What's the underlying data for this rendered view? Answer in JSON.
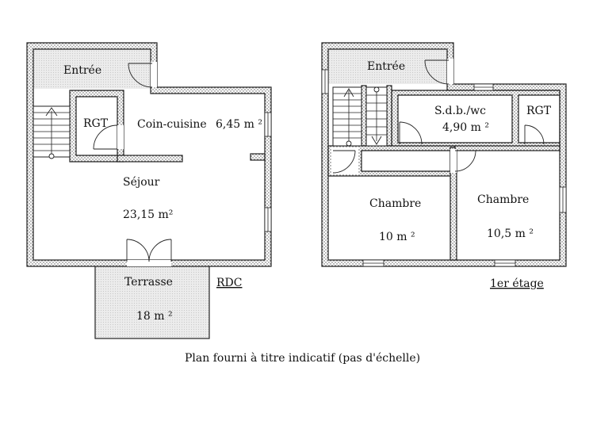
{
  "ground_floor": {
    "level_label": "RDC",
    "rooms": {
      "entree": "Entrée",
      "rgt": "RGT",
      "coin_cuisine": "Coin-cuisine",
      "coin_cuisine_area": "6,45 m ²",
      "sejour": "Séjour",
      "sejour_area": "23,15 m²",
      "terrasse": "Terrasse",
      "terrasse_area": "18 m ²"
    }
  },
  "first_floor": {
    "level_label": "1er étage",
    "rooms": {
      "entree": "Entrée",
      "sdb": "S.d.b./wc",
      "sdb_area": "4,90 m ²",
      "rgt": "RGT",
      "chambre_1": "Chambre",
      "chambre_1_area": "10 m ²",
      "chambre_2": "Chambre",
      "chambre_2_area": "10,5 m ²"
    }
  },
  "caption": "Plan fourni à titre indicatif (pas d'échelle)"
}
